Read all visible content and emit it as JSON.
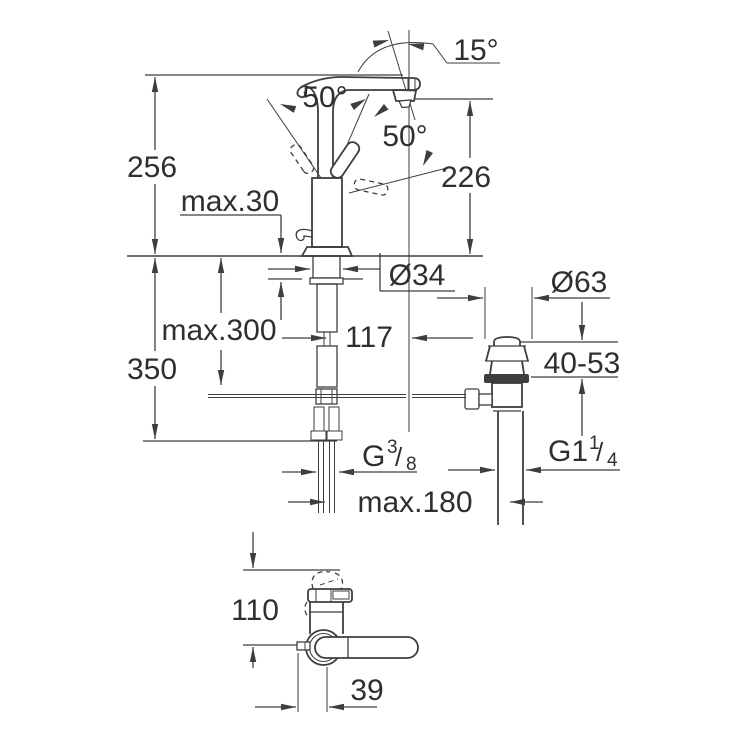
{
  "document": {
    "type": "technical dimension drawing",
    "subject": "single-lever basin mixer with pop-up waste"
  },
  "colors": {
    "background": "#ffffff",
    "line": "#3e3e3e",
    "text": "#2f2f2f"
  },
  "front_view": {
    "spout_swivel_angle": "15°",
    "handle_angle_left": "50°",
    "handle_angle_right": "50°",
    "total_height": "256",
    "spout_outlet_height": "226",
    "max_deck_thickness": "max.30",
    "max_hose_drop": "max.300",
    "depth_below_deck": "350",
    "shank_diameter": "Ø34",
    "spout_projection": "117",
    "waste_flange_diameter": "Ø63",
    "clamping_range": "40-53",
    "max_center_distance": "max.180",
    "supply_thread": {
      "prefix": "G",
      "numerator": "3",
      "slash": "/",
      "denominator": "8"
    },
    "waste_thread": {
      "prefix": "G1",
      "numerator": "1",
      "slash": "/",
      "denominator": "4"
    }
  },
  "top_view": {
    "spout_height_folded": "110",
    "rod_offset": "39"
  }
}
